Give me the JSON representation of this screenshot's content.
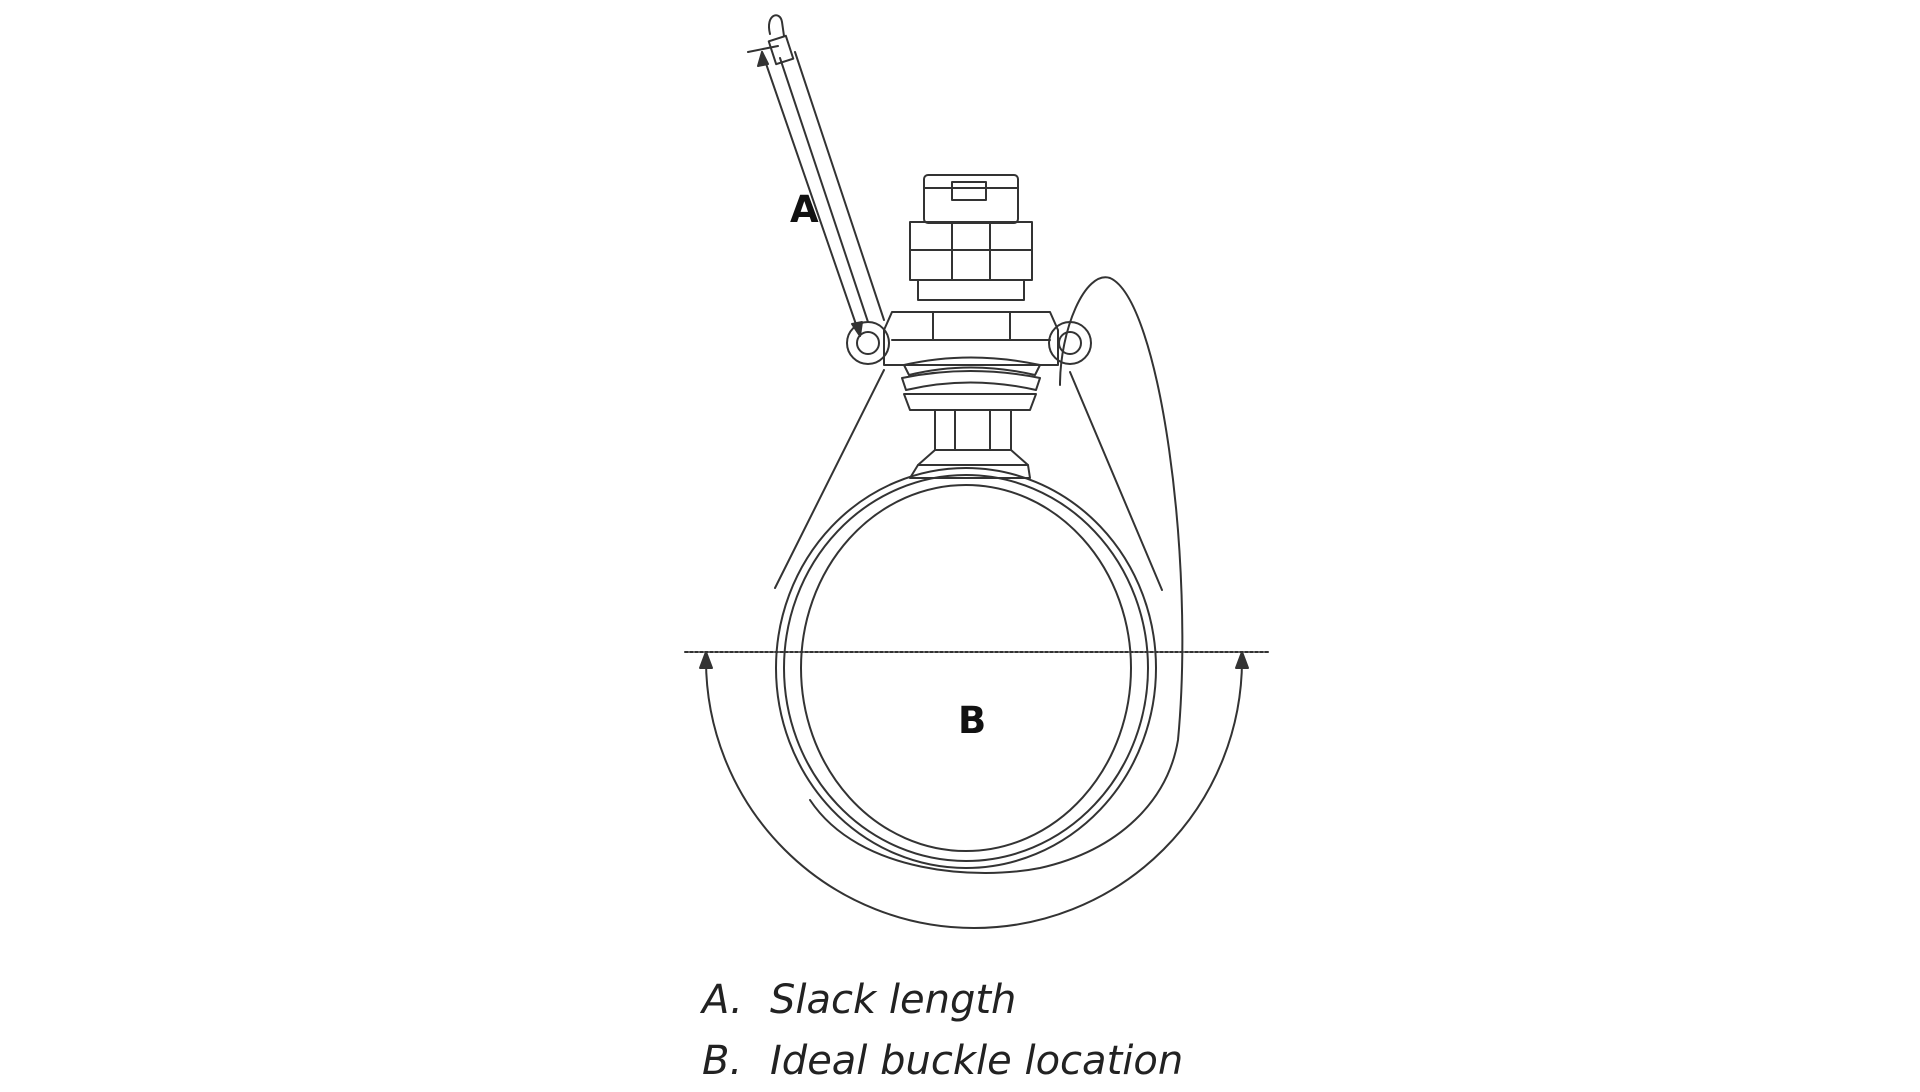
{
  "diagram": {
    "callouts": {
      "a": "A",
      "b": "B"
    },
    "legend": [
      {
        "key": "A.",
        "text": "Slack length"
      },
      {
        "key": "B.",
        "text": "Ideal buckle location"
      }
    ],
    "colors": {
      "line": "#333333",
      "background": "#ffffff"
    }
  }
}
